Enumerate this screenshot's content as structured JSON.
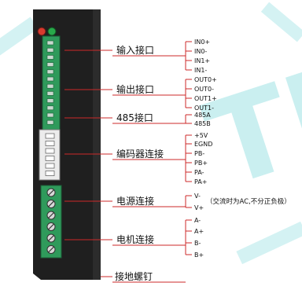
{
  "colors": {
    "housing": "#1f1f1f",
    "terminal_green": "#2f9a5b",
    "leader_line": "#cc2a2a",
    "watermark": "#9fe2e4"
  },
  "icons": [
    "red-led-icon",
    "green-led-icon",
    "screw-terminal-icon"
  ],
  "watermark": "TU",
  "groups": [
    {
      "label": "输入接口",
      "pins": [
        "IN0+",
        "IN0-",
        "IN1+",
        "IN1-"
      ]
    },
    {
      "label": "输出接口",
      "pins": [
        "OUT0+",
        "OUT0-",
        "OUT1+",
        "OUT1-"
      ]
    },
    {
      "label": "485接口",
      "pins": [
        "485A",
        "485B"
      ]
    },
    {
      "label": "编码器连接",
      "pins": [
        "+5V",
        "EGND",
        "PB-",
        "PB+",
        "PA-",
        "PA+"
      ]
    },
    {
      "label": "电源连接",
      "pins": [
        "V-",
        "V+"
      ],
      "note": "（交流时为AC,不分正负极）"
    },
    {
      "label": "电机连接",
      "pins": [
        "A-",
        "A+",
        "B-",
        "B+"
      ]
    },
    {
      "label": "接地螺钉",
      "pins": []
    }
  ]
}
